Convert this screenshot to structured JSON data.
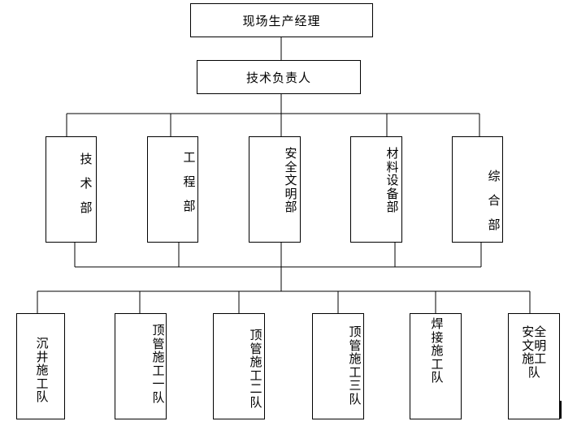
{
  "top": {
    "label": "现场生产经理"
  },
  "second": {
    "label": "技术负责人"
  },
  "departments": [
    {
      "label": "技术部"
    },
    {
      "label": "工程部"
    },
    {
      "label": "安全文明部"
    },
    {
      "label": "材料设备部"
    },
    {
      "label": "综合部"
    }
  ],
  "teams": [
    {
      "label": "沉井施工队"
    },
    {
      "label": "顶管施工一队"
    },
    {
      "label": "顶管施工二队"
    },
    {
      "label": "顶管施工三队"
    },
    {
      "label": "焊接施工队"
    },
    {
      "label": "安全文明施工队"
    }
  ]
}
